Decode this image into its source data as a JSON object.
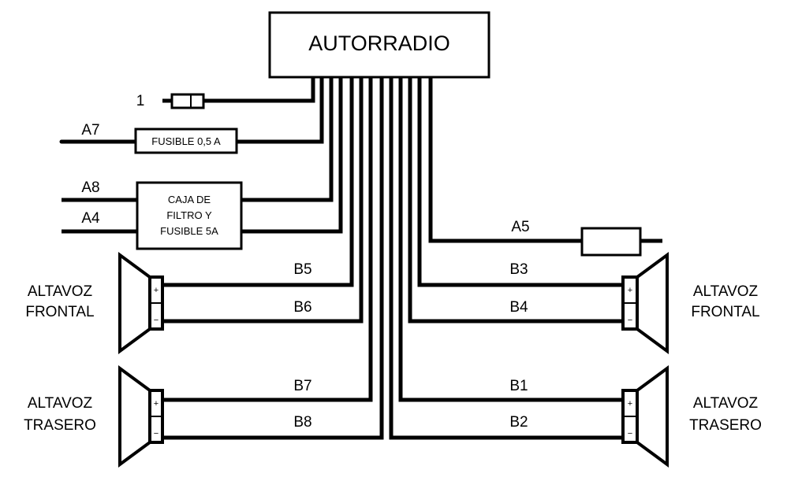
{
  "head_unit": {
    "label": "AUTORRADIO"
  },
  "fuse_small": {
    "label": "FUSIBLE 0,5 A"
  },
  "filter_box": {
    "line1": "CAJA DE",
    "line2": "FILTRO Y",
    "line3": "FUSIBLE 5A"
  },
  "connectors": {
    "c1": "1",
    "a7": "A7",
    "a8": "A8",
    "a4": "A4",
    "a5": "A5",
    "b1": "B1",
    "b2": "B2",
    "b3": "B3",
    "b4": "B4",
    "b5": "B5",
    "b6": "B6",
    "b7": "B7",
    "b8": "B8"
  },
  "speakers": {
    "front_left": {
      "line1": "ALTAVOZ",
      "line2": "FRONTAL"
    },
    "rear_left": {
      "line1": "ALTAVOZ",
      "line2": "TRASERO"
    },
    "front_right": {
      "line1": "ALTAVOZ",
      "line2": "FRONTAL"
    },
    "rear_right": {
      "line1": "ALTAVOZ",
      "line2": "TRASERO"
    }
  },
  "polarity": {
    "plus": "+",
    "minus": "−"
  }
}
